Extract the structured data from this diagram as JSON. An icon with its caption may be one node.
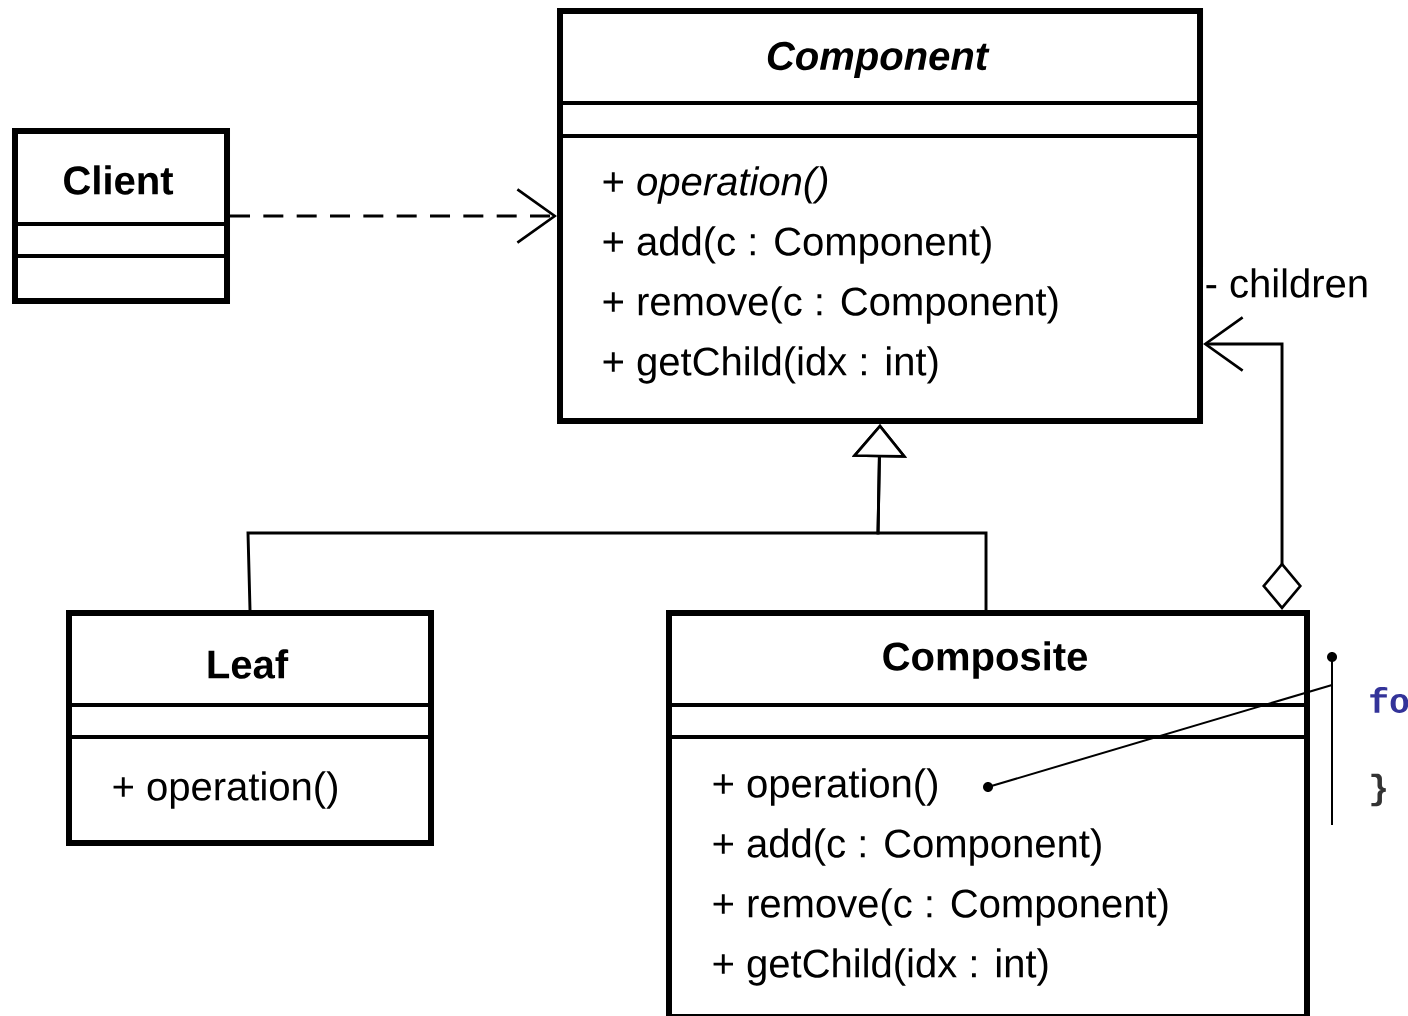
{
  "diagram": {
    "nodes": [
      {
        "text": [
          "Client"
        ]
      },
      {
        "text": [
          "Component",
          "+ *operation()*",
          "+ add(c : Component)",
          "+ remove(c : Component)",
          "+ getChild(idx : int)"
        ]
      },
      {
        "text": [
          "Leaf",
          "+ operation()"
        ]
      },
      {
        "text": [
          "Composite",
          "+ operation()",
          "+ add(c : Component)",
          "+ remove(c : Component)",
          "+ getChild(idx : int)"
        ]
      },
      {
        "text": [],
        "shape": "circle",
        "in": 3
      },
      {
        "text": [
          "fo",
          "}"
        ]
      }
    ],
    "edges": [
      {
        "from": 0,
        "to": 1,
        "arrow": "to",
        "style": "dashed"
      },
      {
        "from": 2,
        "to": 1,
        "arrow": "to"
      },
      {
        "from": 3,
        "to": 1,
        "arrow": "to"
      },
      {
        "from": 3,
        "to": 1,
        "arrow": "to",
        "label": "- children"
      },
      {
        "from": 5,
        "to": 4,
        "arrow": "none"
      }
    ]
  }
}
